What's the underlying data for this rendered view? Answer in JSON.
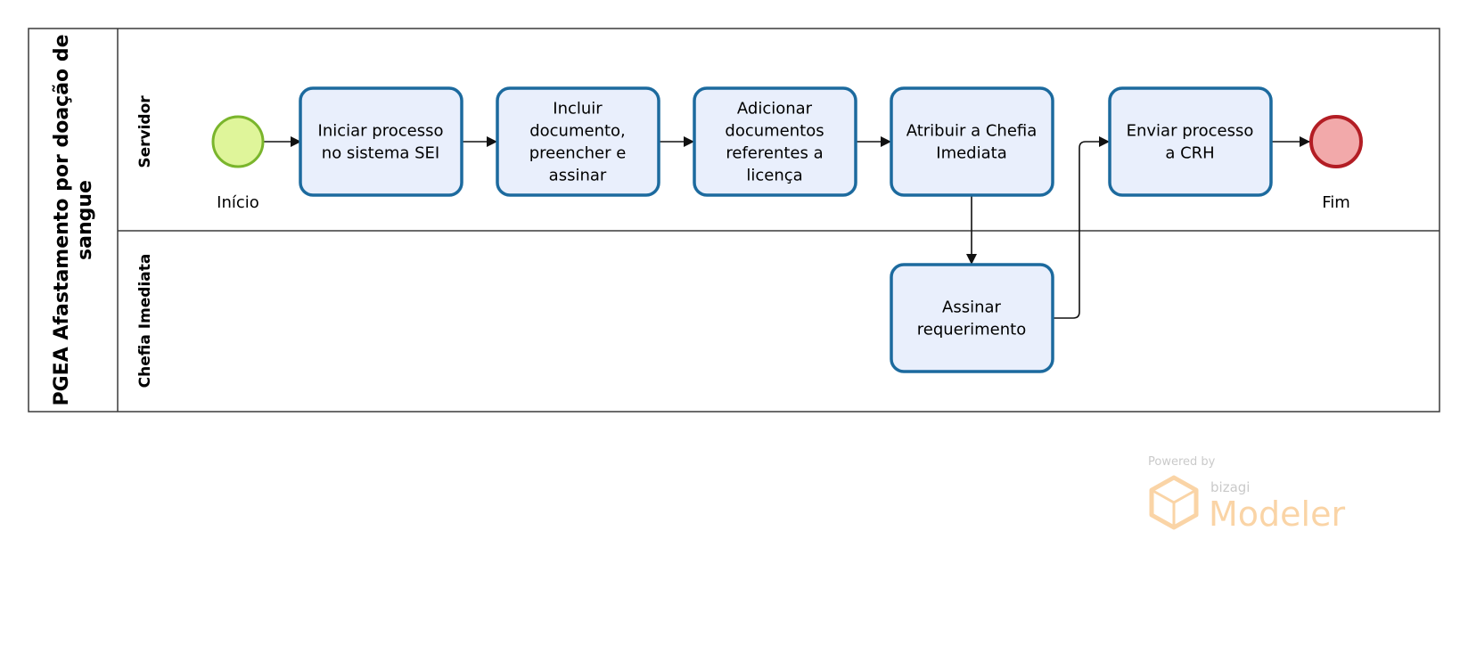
{
  "pool": {
    "title_line1": "PGEA Afastamento por doação de",
    "title_line2": "sangue"
  },
  "lanes": {
    "servidor": "Servidor",
    "chefia": "Chefia Imediata"
  },
  "events": {
    "start": {
      "label": "Início",
      "color": "#dff59a",
      "stroke": "#7ab52c"
    },
    "end": {
      "label": "Fim",
      "color": "#f2a9aa",
      "stroke": "#b31d24"
    }
  },
  "tasks": {
    "t1": [
      "Iniciar processo",
      "no sistema SEI"
    ],
    "t2": [
      "Incluir",
      "documento,",
      "preencher e",
      "assinar"
    ],
    "t3": [
      "Adicionar",
      "documentos",
      "referentes a",
      "licença"
    ],
    "t4": [
      "Atribuir a Chefia",
      "Imediata"
    ],
    "t5": [
      "Enviar processo",
      "a CRH"
    ],
    "t6": [
      "Assinar",
      "requerimento"
    ]
  },
  "colors": {
    "task_fill": "#e9effc",
    "task_stroke": "#1c6a9e",
    "line": "#3a3a3a"
  },
  "watermark": {
    "powered_by": "Powered by",
    "brand": "bizagi",
    "product": "Modeler"
  }
}
